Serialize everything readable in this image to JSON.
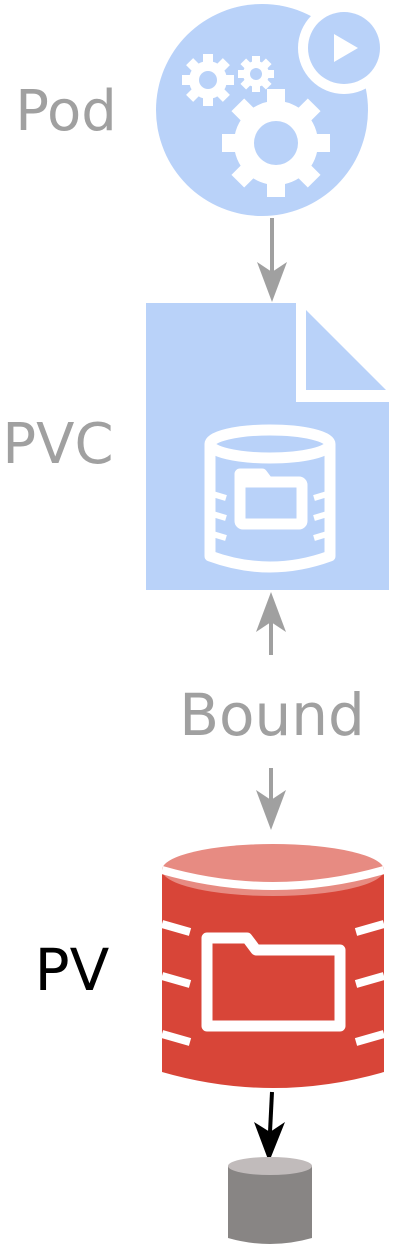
{
  "labels": {
    "pod": "Pod",
    "pvc": "PVC",
    "bound": "Bound",
    "pv": "PV"
  },
  "colors": {
    "pod_fill": "#b9d2f9",
    "pvc_fill": "#b9d2f9",
    "pv_body": "#d84538",
    "pv_top": "#e78b82",
    "disk_body": "#888584",
    "disk_top": "#c1bbbb",
    "inactive_text": "#a0a0a0",
    "active_text": "#000000",
    "inactive_arrow": "#a0a0a0",
    "active_arrow": "#000000"
  },
  "icons": {
    "pod": "pod-gears-play-icon",
    "pvc": "pvc-document-database-icon",
    "pv": "pv-database-folder-icon",
    "storage": "storage-disk-icon"
  }
}
